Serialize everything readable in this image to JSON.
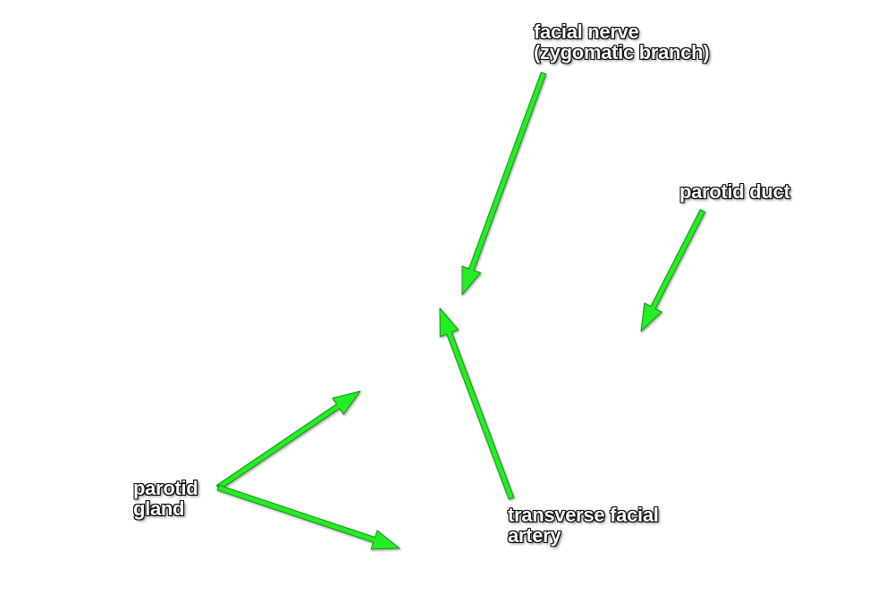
{
  "colors": {
    "arrow": "#22ee22",
    "arrow_outline": "#1a8a1a",
    "label_text": "#ffffff",
    "label_outline": "#000000"
  },
  "labels": {
    "facial_nerve": {
      "line1": "facial nerve",
      "line2": "(zygomatic branch)"
    },
    "parotid_duct": {
      "line1": "parotid duct"
    },
    "parotid_gland": {
      "line1": "parotid",
      "line2": "gland"
    },
    "transverse_facial_artery": {
      "line1": "transverse facial",
      "line2": "artery"
    }
  }
}
